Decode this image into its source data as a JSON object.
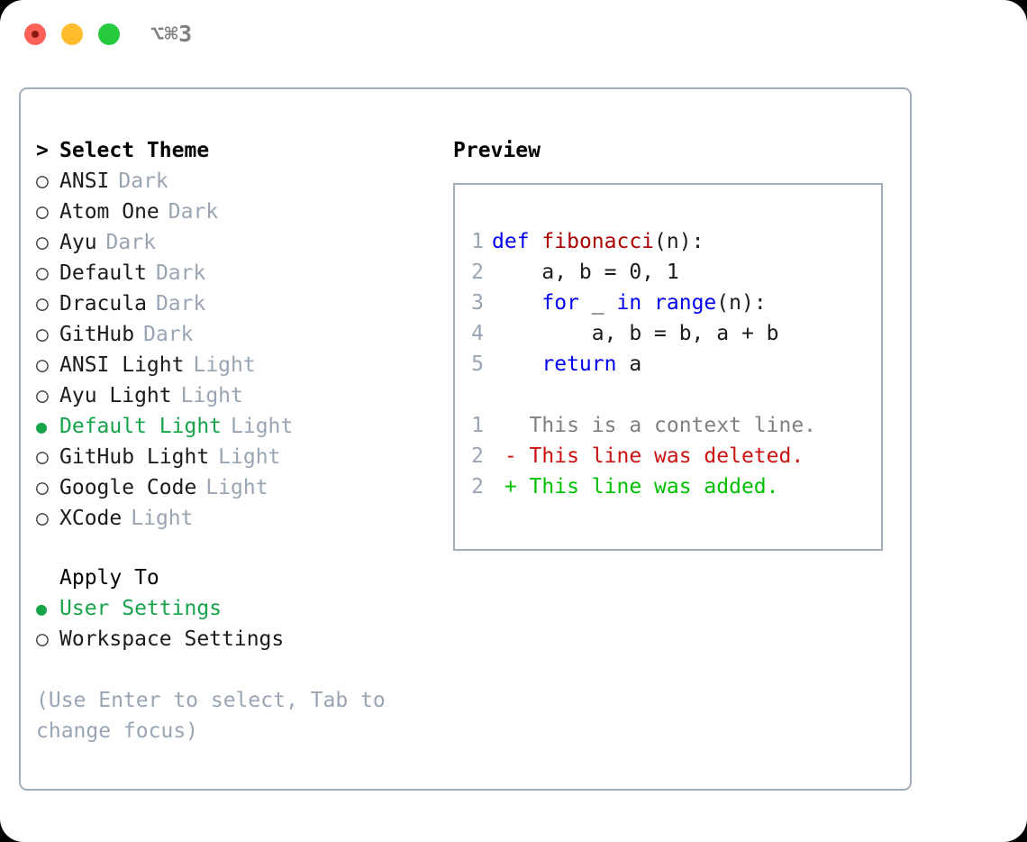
{
  "titlebar": {
    "shortcut": "⌥⌘3",
    "buttons": [
      "close",
      "minimize",
      "maximize"
    ]
  },
  "theme_picker": {
    "header_marker": ">",
    "header": "Select Theme",
    "unselected_marker": "○",
    "selected_marker": "●",
    "selected_color": "#16a34a",
    "kind_color": "#9aa5b4",
    "items": [
      {
        "name": "ANSI",
        "kind": "Dark",
        "selected": false
      },
      {
        "name": "Atom One",
        "kind": "Dark",
        "selected": false
      },
      {
        "name": "Ayu",
        "kind": "Dark",
        "selected": false
      },
      {
        "name": "Default",
        "kind": "Dark",
        "selected": false
      },
      {
        "name": "Dracula",
        "kind": "Dark",
        "selected": false
      },
      {
        "name": "GitHub",
        "kind": "Dark",
        "selected": false
      },
      {
        "name": "ANSI Light",
        "kind": "Light",
        "selected": false
      },
      {
        "name": "Ayu Light",
        "kind": "Light",
        "selected": false
      },
      {
        "name": "Default Light",
        "kind": "Light",
        "selected": true
      },
      {
        "name": "GitHub Light",
        "kind": "Light",
        "selected": false
      },
      {
        "name": "Google Code",
        "kind": "Light",
        "selected": false
      },
      {
        "name": "XCode",
        "kind": "Light",
        "selected": false
      }
    ]
  },
  "apply_to": {
    "label": "Apply To",
    "options": [
      {
        "name": "User Settings",
        "selected": true
      },
      {
        "name": "Workspace Settings",
        "selected": false
      }
    ]
  },
  "hint": "(Use Enter to select, Tab to change focus)",
  "preview": {
    "title": "Preview",
    "code_lines": [
      {
        "no": "1",
        "tokens": [
          {
            "t": "def",
            "c": "kw"
          },
          {
            "t": " ",
            "c": "pl"
          },
          {
            "t": "fibonacci",
            "c": "fn"
          },
          {
            "t": "(n):",
            "c": "pl"
          }
        ]
      },
      {
        "no": "2",
        "tokens": [
          {
            "t": "    a, b = 0, 1",
            "c": "pl"
          }
        ]
      },
      {
        "no": "3",
        "tokens": [
          {
            "t": "    ",
            "c": "pl"
          },
          {
            "t": "for",
            "c": "kw"
          },
          {
            "t": " _ ",
            "c": "pl"
          },
          {
            "t": "in",
            "c": "kw"
          },
          {
            "t": " ",
            "c": "pl"
          },
          {
            "t": "range",
            "c": "kw"
          },
          {
            "t": "(n):",
            "c": "pl"
          }
        ]
      },
      {
        "no": "4",
        "tokens": [
          {
            "t": "        a, b = b, a + b",
            "c": "pl"
          }
        ]
      },
      {
        "no": "5",
        "tokens": [
          {
            "t": "    ",
            "c": "pl"
          },
          {
            "t": "return",
            "c": "kw"
          },
          {
            "t": " a",
            "c": "pl"
          }
        ]
      }
    ],
    "diff_lines": [
      {
        "no": "1",
        "text": "   This is a context line.",
        "c": "ctx"
      },
      {
        "no": "2",
        "text": " - This line was deleted.",
        "c": "del"
      },
      {
        "no": "2",
        "text": " + This line was added.",
        "c": "add"
      }
    ]
  }
}
